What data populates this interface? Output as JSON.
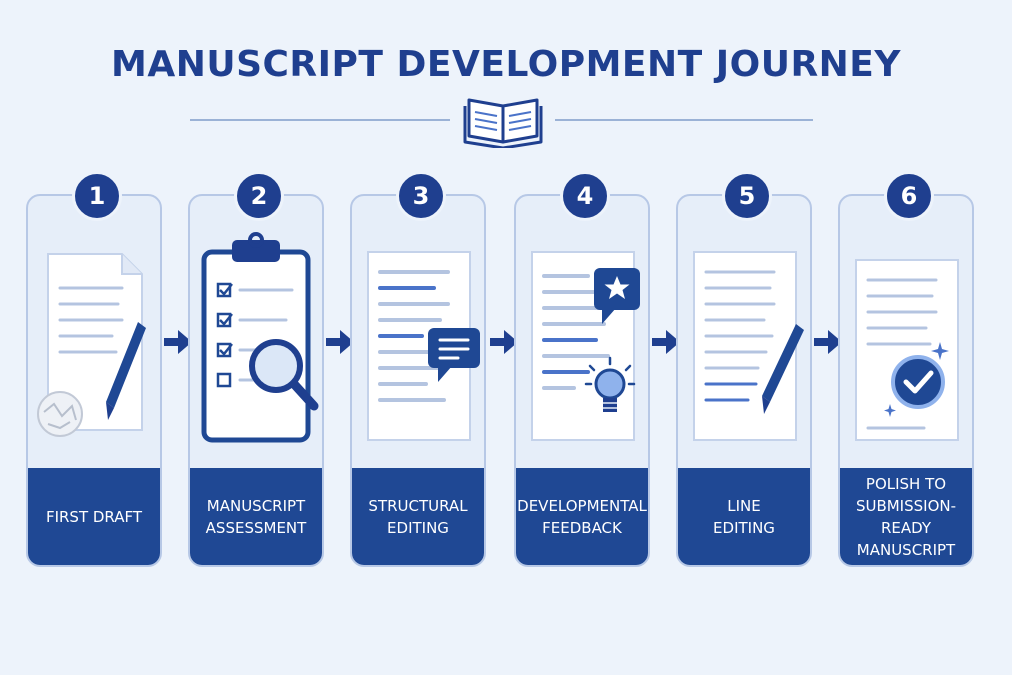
{
  "title": "MANUSCRIPT DEVELOPMENT JOURNEY",
  "icons": {
    "header": "open-book-icon",
    "step_1": [
      "document-icon",
      "pen-icon",
      "crumpled-paper-icon"
    ],
    "step_2": [
      "clipboard-checklist-icon",
      "magnifying-glass-icon"
    ],
    "step_3": [
      "document-icon",
      "comment-bubble-icon"
    ],
    "step_4": [
      "document-icon",
      "star-bubble-icon",
      "lightbulb-icon"
    ],
    "step_5": [
      "document-icon",
      "pen-icon"
    ],
    "step_6": [
      "document-icon",
      "check-badge-icon",
      "sparkle-icon"
    ],
    "connector": "arrow-right-icon"
  },
  "colors": {
    "primary": "#1f3f8f",
    "label_bar": "#1f4894",
    "accent": "#4a73c9",
    "card_bg": "#e6eef9",
    "page_bg": "#edf3fb"
  },
  "steps": [
    {
      "number": "1",
      "label_lines": [
        "FIRST DRAFT"
      ]
    },
    {
      "number": "2",
      "label_lines": [
        "MANUSCRIPT",
        "ASSESSMENT"
      ]
    },
    {
      "number": "3",
      "label_lines": [
        "STRUCTURAL",
        "EDITING"
      ]
    },
    {
      "number": "4",
      "label_lines": [
        "DEVELOPMENTAL",
        "FEEDBACK"
      ]
    },
    {
      "number": "5",
      "label_lines": [
        "LINE",
        "EDITING"
      ]
    },
    {
      "number": "6",
      "label_lines": [
        "POLISH TO",
        "SUBMISSION-READY",
        "MANUSCRIPT"
      ]
    }
  ]
}
